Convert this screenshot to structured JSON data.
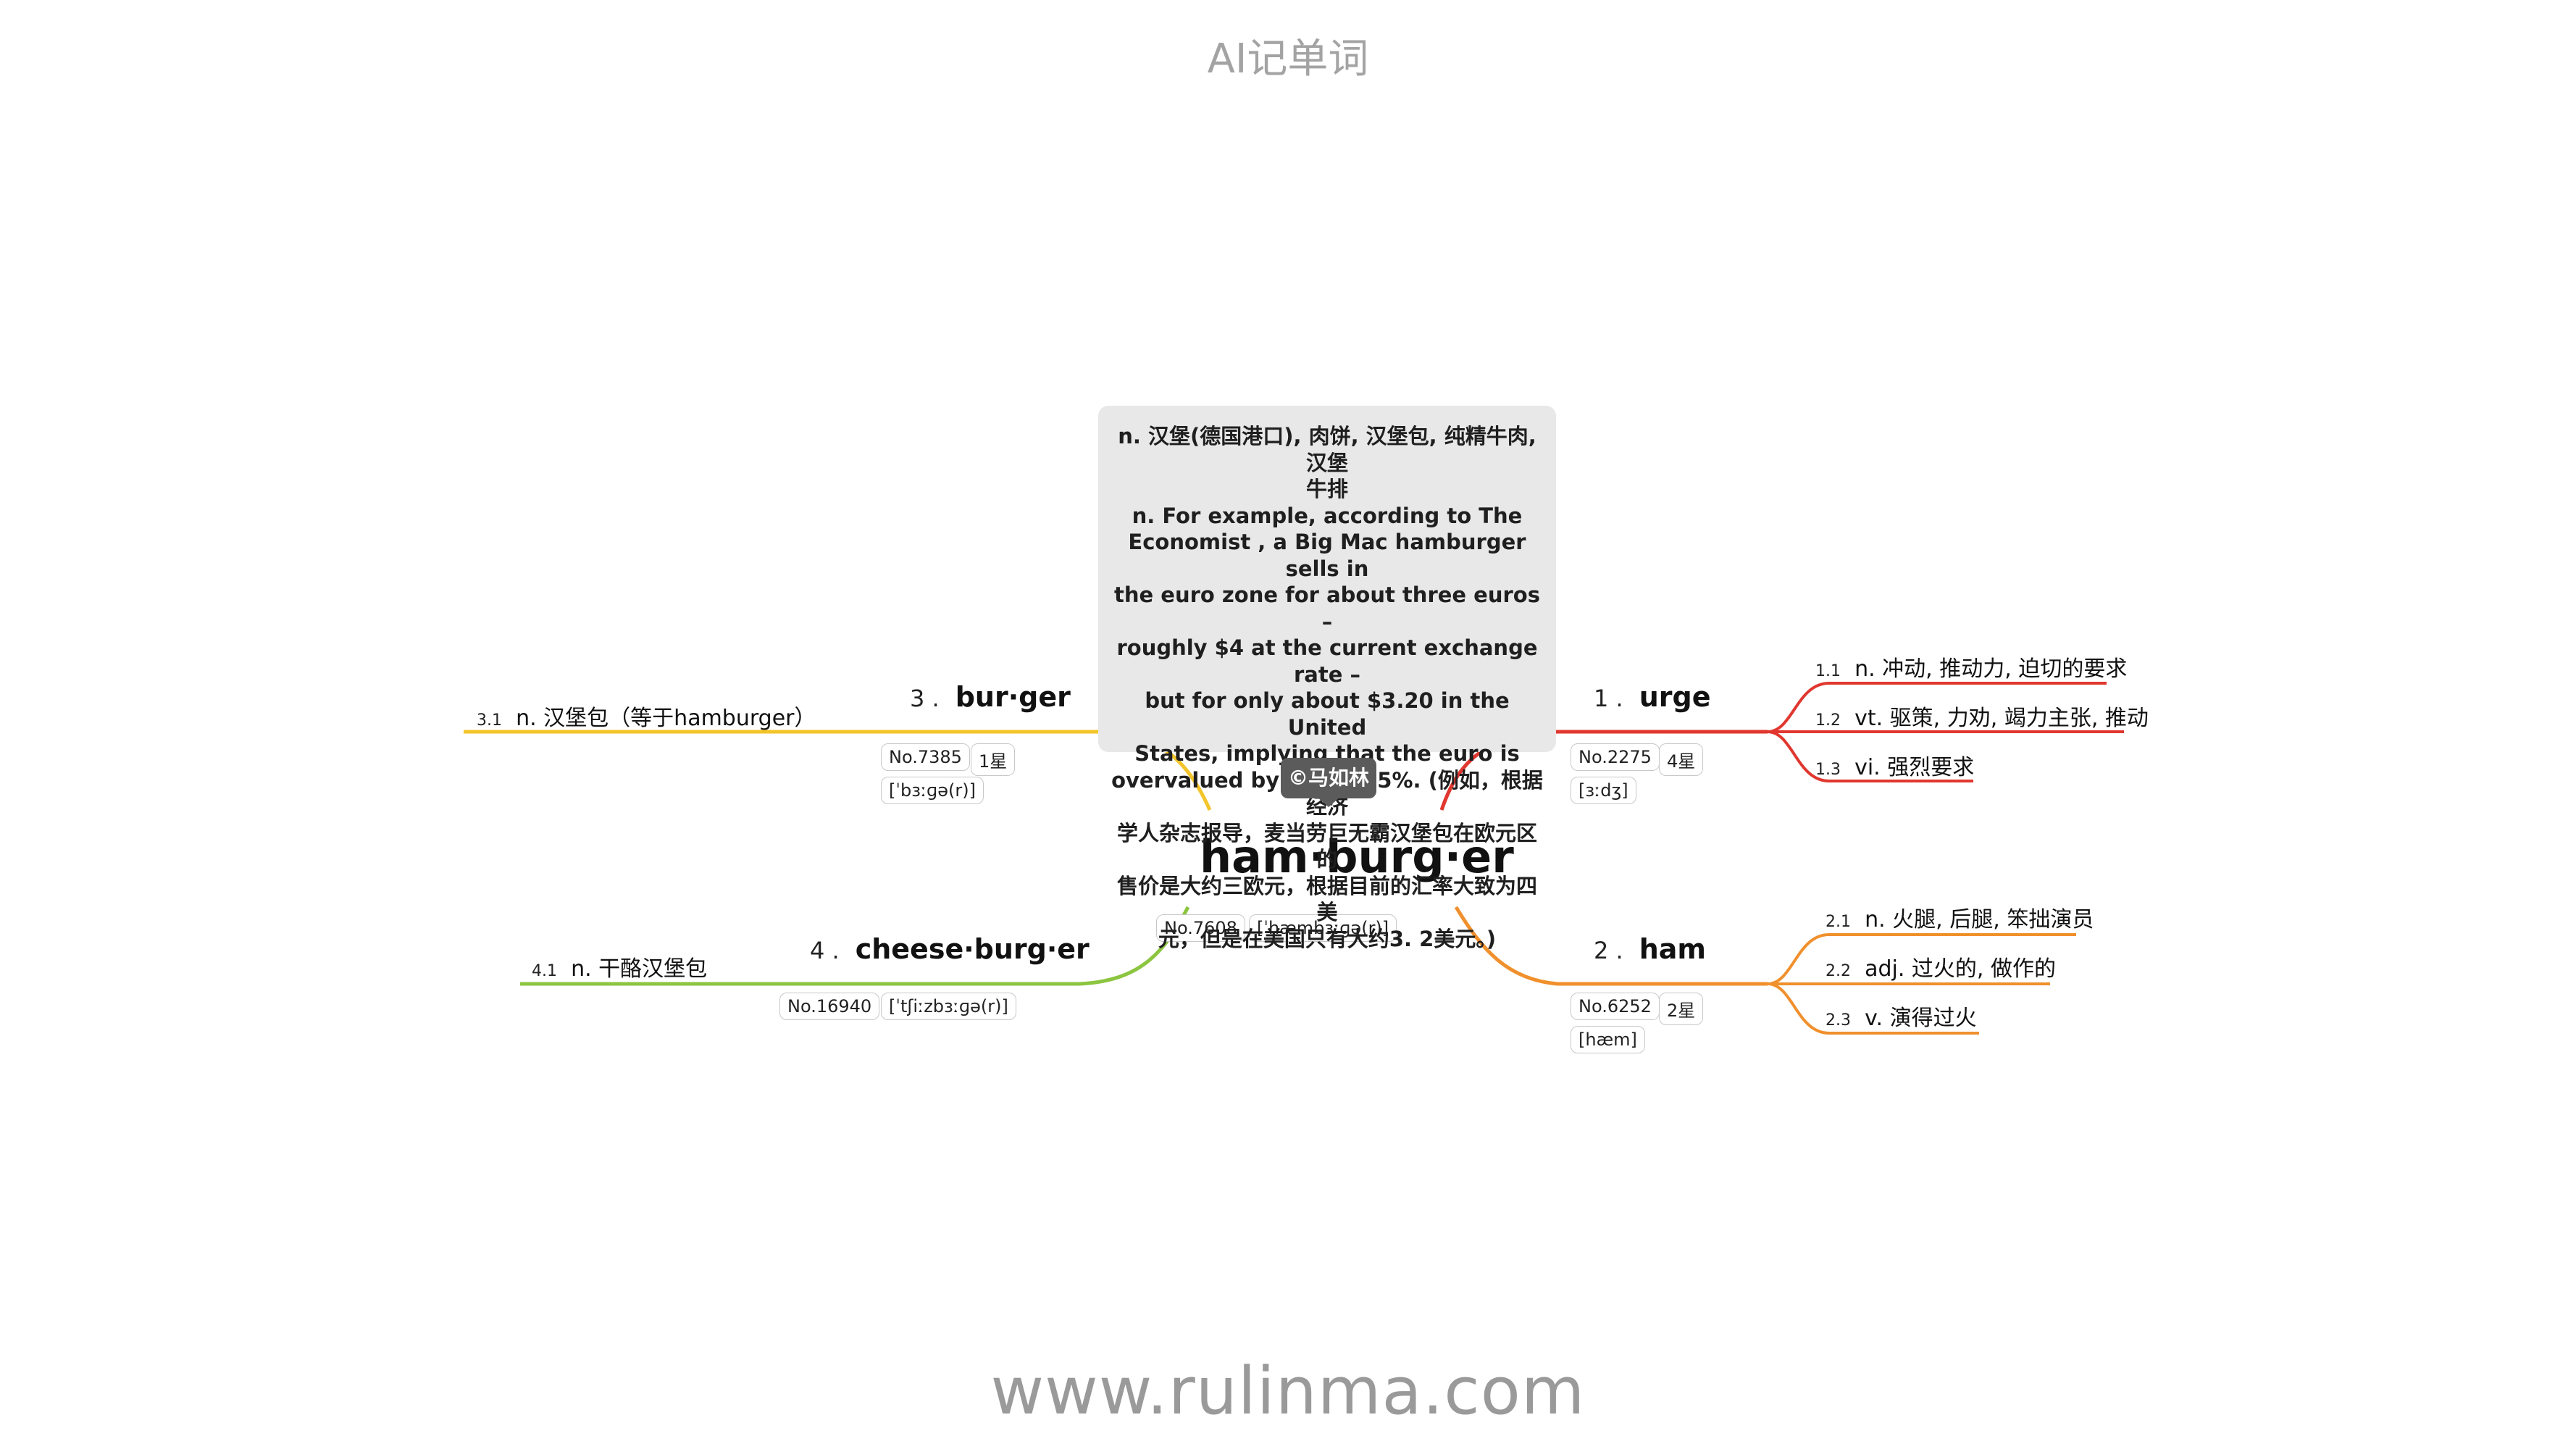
{
  "header": {
    "title": "AI记单词"
  },
  "footer": {
    "url": "www.rulinma.com"
  },
  "center": {
    "word": "ham·burg·er",
    "number": "No.7608",
    "phonetic": "[ˈhæmbɜːɡə(r)]"
  },
  "note": {
    "lines": [
      "n. 汉堡(德国港口), 肉饼, 汉堡包, 纯精牛肉, 汉堡",
      "牛排",
      "n. For example, according to  The",
      "Economist , a Big Mac hamburger sells in",
      "the euro zone for about three euros –",
      "roughly $4 at the current exchange rate –",
      "but for only about $3.20 in the United",
      "States, implying that the euro is",
      "overvalued by about 25%. (例如，根据经济",
      "学人杂志报导，麦当劳巨无霸汉堡包在欧元区的",
      "售价是大约三欧元，根据目前的汇率大致为四美",
      "元，但是在美国只有大约3. 2美元。)"
    ],
    "author": "©马如林"
  },
  "branches": [
    {
      "num": "1 .",
      "word": "urge",
      "number": "No.2275",
      "stars": "4星",
      "phonetic": "[ɜːdʒ]",
      "color": "#e0372f",
      "leaves": [
        {
          "idx": "1.1",
          "text": "n. 冲动, 推动力, 迫切的要求"
        },
        {
          "idx": "1.2",
          "text": "vt. 驱策, 力劝, 竭力主张, 推动"
        },
        {
          "idx": "1.3",
          "text": "vi. 强烈要求"
        }
      ]
    },
    {
      "num": "2 .",
      "word": "ham",
      "number": "No.6252",
      "stars": "2星",
      "phonetic": "[hæm]",
      "color": "#f0902d",
      "leaves": [
        {
          "idx": "2.1",
          "text": "n. 火腿, 后腿, 笨拙演员"
        },
        {
          "idx": "2.2",
          "text": "adj. 过火的, 做作的"
        },
        {
          "idx": "2.3",
          "text": "v. 演得过火"
        }
      ]
    },
    {
      "num": "3 .",
      "word": "bur·ger",
      "number": "No.7385",
      "stars": "1星",
      "phonetic": "[ˈbɜːɡə(r)]",
      "color": "#f3c52a",
      "leaves": [
        {
          "idx": "3.1",
          "text": "n. 汉堡包（等于hamburger）"
        }
      ]
    },
    {
      "num": "4 .",
      "word": "cheese·burg·er",
      "number": "No.16940",
      "phonetic": "[ˈtʃiːzbɜːɡə(r)]",
      "color": "#8cc540",
      "leaves": [
        {
          "idx": "4.1",
          "text": "n. 干酪汉堡包"
        }
      ]
    }
  ]
}
